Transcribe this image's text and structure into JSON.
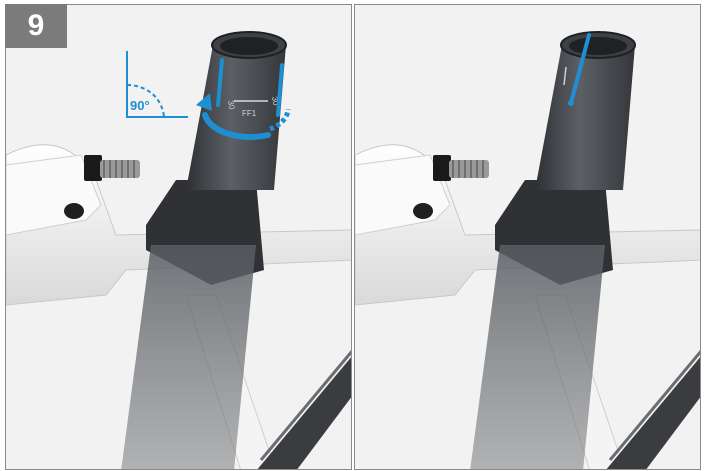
{
  "step": {
    "number": "9"
  },
  "left_panel": {
    "angle_label": "90°",
    "scale_left": "30",
    "scale_right": "30",
    "scale_center": "FF1"
  },
  "colors": {
    "accent": "#1e8fd1",
    "tube": "#4a4d52",
    "frame": "#ffffff",
    "badge": "#7b7b7b"
  }
}
